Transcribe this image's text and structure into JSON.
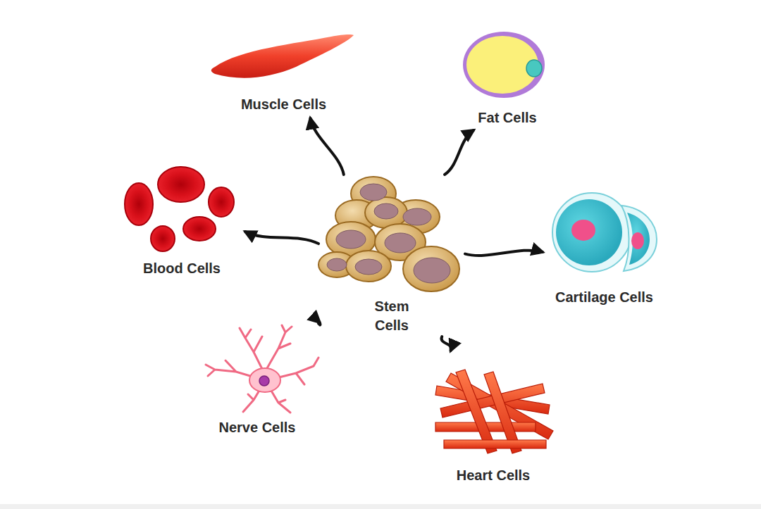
{
  "diagram": {
    "nodes": [
      {
        "text": [
          "Muscle Cells"
        ]
      },
      {
        "text": [
          "Fat Cells"
        ]
      },
      {
        "text": [
          "Blood Cells"
        ]
      },
      {
        "text": [
          "Stem Cells"
        ]
      },
      {
        "text": [
          "Cartilage Cells"
        ]
      },
      {
        "text": [
          "Nerve Cells"
        ]
      },
      {
        "text": [
          "Heart Cells"
        ]
      }
    ],
    "edges": [
      {
        "from": 3,
        "to": 0,
        "arrow": "to"
      },
      {
        "from": 3,
        "to": 1,
        "arrow": "to"
      },
      {
        "from": 3,
        "to": 2,
        "arrow": "to"
      },
      {
        "from": 3,
        "to": 4,
        "arrow": "to"
      },
      {
        "from": 3,
        "to": 5,
        "arrow": "to"
      },
      {
        "from": 3,
        "to": 6,
        "arrow": "to"
      }
    ]
  }
}
